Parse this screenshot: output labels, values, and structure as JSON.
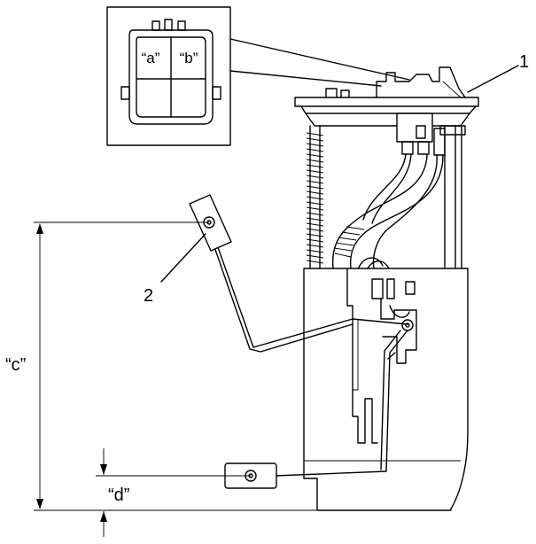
{
  "labels": {
    "part_1": "1",
    "part_2": "2",
    "dim_c": "“c”",
    "dim_d": "“d”",
    "terminal_a": "“a”",
    "terminal_b": "“b”"
  }
}
